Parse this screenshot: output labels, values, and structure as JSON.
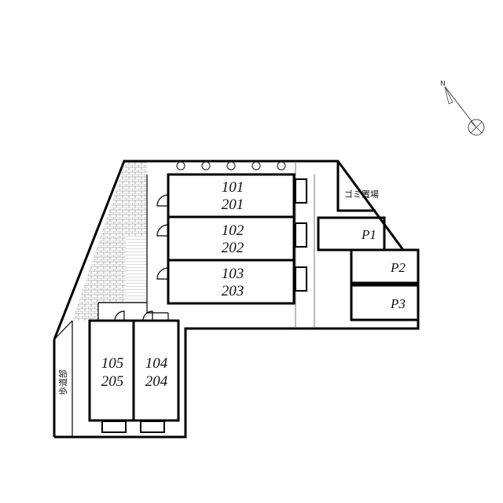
{
  "units": [
    {
      "id": "u101",
      "upper": "101",
      "lower": "201"
    },
    {
      "id": "u102",
      "upper": "102",
      "lower": "202"
    },
    {
      "id": "u103",
      "upper": "103",
      "lower": "203"
    },
    {
      "id": "u105",
      "upper": "105",
      "lower": "205"
    },
    {
      "id": "u104",
      "upper": "104",
      "lower": "204"
    }
  ],
  "parking": [
    {
      "label": "P1"
    },
    {
      "label": "P2"
    },
    {
      "label": "P3"
    }
  ],
  "garbage_area": {
    "label": "ゴミ置場"
  },
  "road": {
    "label": "歩道部"
  },
  "compass": {
    "north_label": "N"
  }
}
